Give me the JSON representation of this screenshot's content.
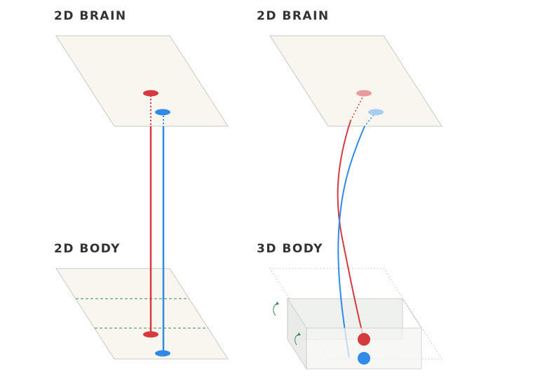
{
  "labels": {
    "left_top": "2D BRAIN",
    "right_top": "2D BRAIN",
    "left_bottom": "2D BODY",
    "right_bottom": "3D BODY"
  },
  "colors": {
    "panel_fill": "#f8f6ef",
    "panel_stroke": "#c9c9c9",
    "red": "#d63a3f",
    "blue": "#2f8ae8",
    "light_red": "#e99a9d",
    "light_blue": "#a9ccf4",
    "dashed_green": "#3a8a55",
    "text": "#333333"
  }
}
